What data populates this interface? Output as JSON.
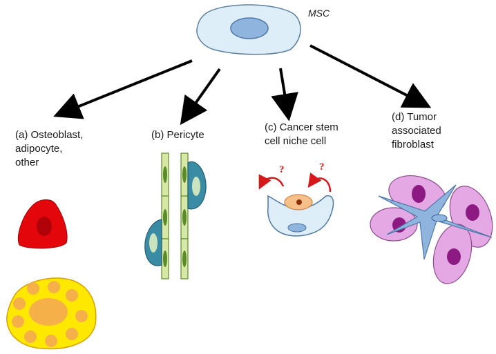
{
  "diagram": {
    "source_label": "MSC",
    "branches": [
      {
        "id": "a",
        "label": "(a) Osteoblast,\nadipocyte,\nother"
      },
      {
        "id": "b",
        "label": "(b) Pericyte"
      },
      {
        "id": "c",
        "label": "(c) Cancer stem\ncell niche cell"
      },
      {
        "id": "d",
        "label": "(d) Tumor\nassociated\nfibroblast"
      }
    ],
    "niche_markers": [
      "?",
      "?"
    ],
    "colors": {
      "msc_body": "#deeef8",
      "msc_nucleus": "#8fb4de",
      "osteoblast": "#e3060a",
      "osteoblast_nucleus": "#b00008",
      "adipocyte": "#ffe800",
      "adipocyte_droplet": "#f6b04a",
      "pericyte_cell": "#3a8ca4",
      "vessel_cell": "#d7e8a6",
      "vessel_nucleus": "#5b8a2a",
      "cancer_stem_cell": "#f6c08a",
      "fibroblast": "#e4a8e4",
      "fibroblast_nucleus": "#8c1a82",
      "question_arrow": "#d6181b"
    }
  }
}
